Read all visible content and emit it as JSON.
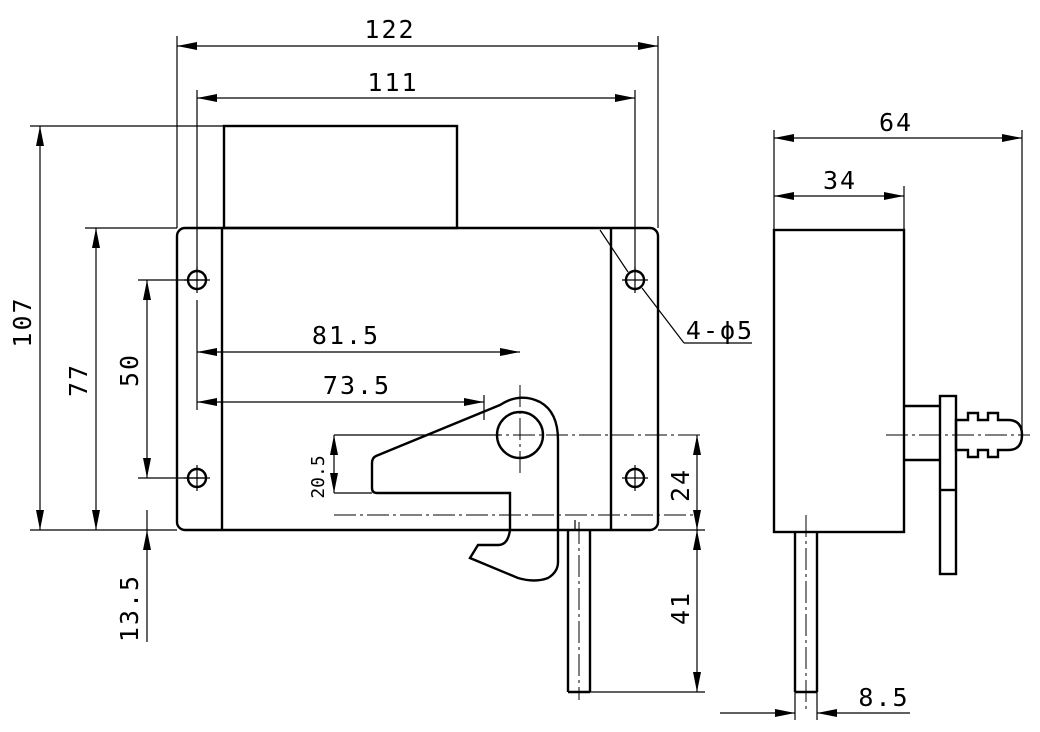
{
  "dimensions": {
    "overall_width": "122",
    "hole_spacing_width": "111",
    "overall_height": "107",
    "body_height": "77",
    "hole_spacing_height": "50",
    "bottom_offset": "13.5",
    "latch_pivot_x": "81.5",
    "latch_hook_x": "73.5",
    "latch_throat": "20.5",
    "pivot_to_bottom": "24",
    "rod_length": "41",
    "side_depth": "64",
    "side_body_depth": "34",
    "rod_diameter": "8.5",
    "hole_callout": "4-ϕ5"
  }
}
